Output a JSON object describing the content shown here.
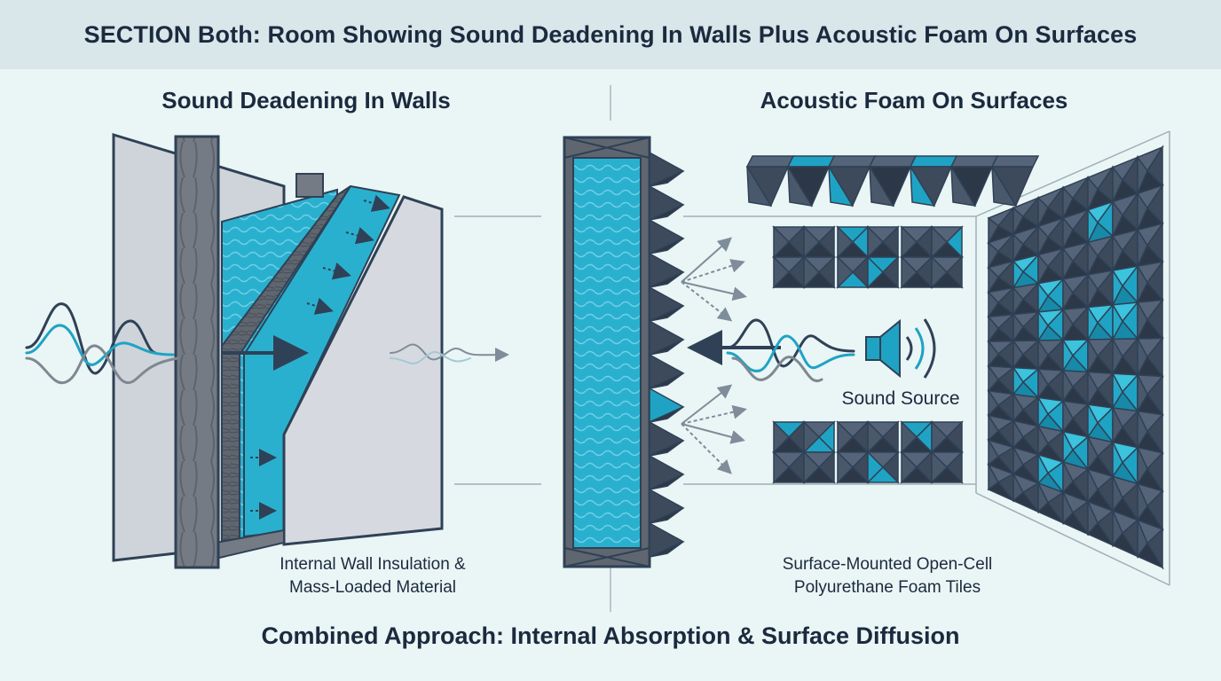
{
  "title": "SECTION Both: Room Showing Sound Deadening In Walls Plus Acoustic Foam On Surfaces",
  "left_panel": {
    "heading": "Sound Deadening In Walls",
    "caption_line1": "Internal Wall Insulation &",
    "caption_line2": "Mass-Loaded Material"
  },
  "right_panel": {
    "heading": "Acoustic Foam On Surfaces",
    "source_label": "Sound Source",
    "caption_line1": "Surface-Mounted Open-Cell",
    "caption_line2": "Polyurethane Foam Tiles"
  },
  "footer": "Combined Approach: Internal Absorption & Surface Diffusion",
  "colors": {
    "navy": "#2f4156",
    "cyan": "#1fa3c4",
    "foam_dark": "#3d4a5c",
    "drywall": "#d2d6dc",
    "wood": "#6f7680"
  },
  "icons": [
    "sound-wave-icon",
    "speaker-icon",
    "arrow-icon"
  ]
}
